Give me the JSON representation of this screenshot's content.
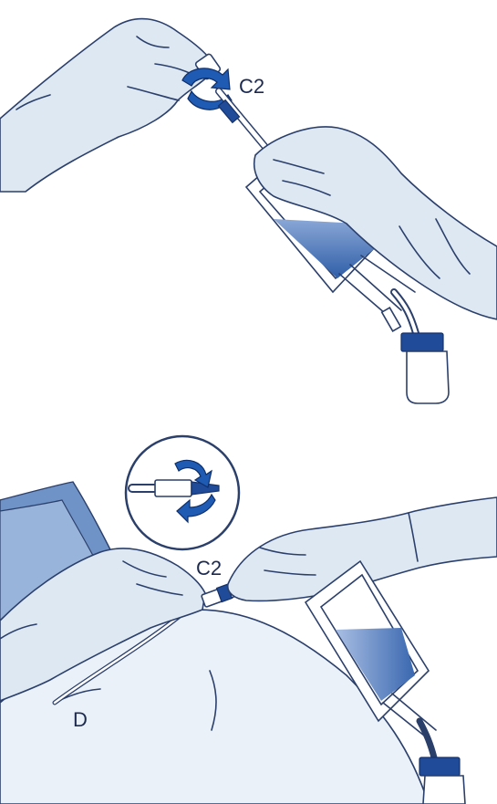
{
  "labels": {
    "top_connector": "C2",
    "bottom_connector": "C2",
    "catheter": "D"
  },
  "colors": {
    "outline": "#2b3f6b",
    "glove": "#dde8f3",
    "fluid": "#3f6fb5",
    "gown": "#6f93c6",
    "accent": "#1f5bb3"
  }
}
